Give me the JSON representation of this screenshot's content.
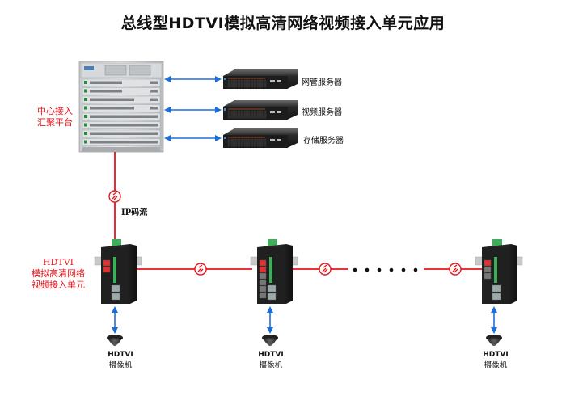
{
  "title": "总线型HDTVI模拟高清网络视频接入单元应用",
  "core": {
    "label_line1": "中心接入",
    "label_line2": "汇聚平台"
  },
  "servers": [
    {
      "label": "网管服务器"
    },
    {
      "label": "视频服务器"
    },
    {
      "label": "存储服务器"
    }
  ],
  "uplink_label": "IP码流",
  "unit_label": {
    "line1": "HDTVI",
    "line2": "模拟高清网络",
    "line3": "视频接入单元"
  },
  "cameras": [
    {
      "line1": "HDTVI",
      "line2": "摄像机"
    },
    {
      "line1": "HDTVI",
      "line2": "摄像机"
    },
    {
      "line1": "HDTVI",
      "line2": "摄像机"
    }
  ],
  "colors": {
    "fiber": "#e8141b",
    "ethernet_arrow": "#1a6fe0",
    "title": "#111111"
  }
}
